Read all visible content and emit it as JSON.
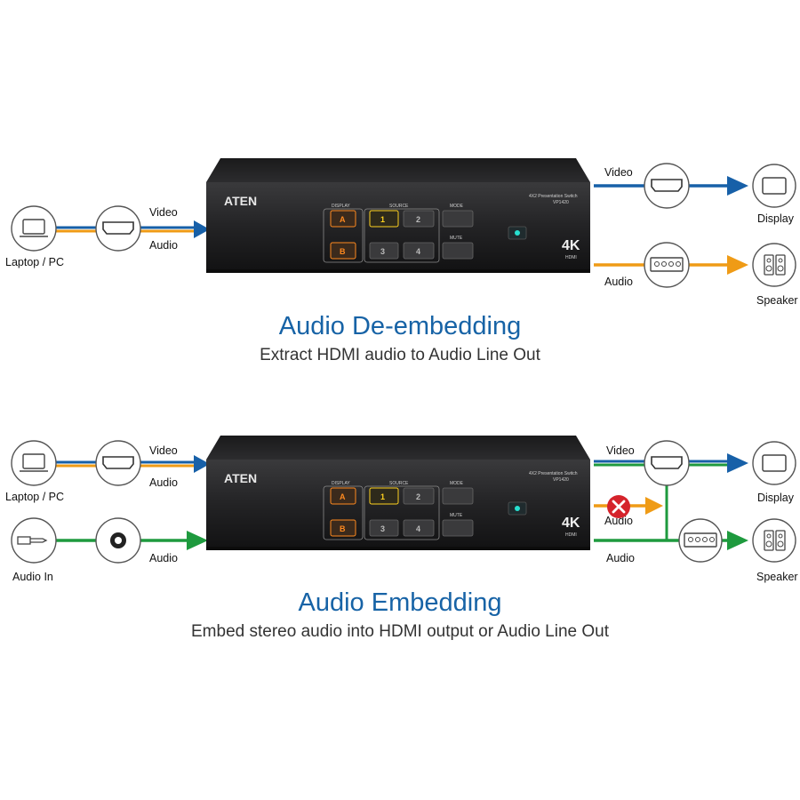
{
  "colors": {
    "video_line": "#1760a8",
    "audio_line": "#ef9b16",
    "embed_audio_line": "#1e9a3e",
    "title_blue": "#1763a6",
    "device_body": "#1c1c1e",
    "key_orange": "#ff8a1f",
    "key_yellow": "#ffd21f",
    "mute_x": "#d5232b"
  },
  "device": {
    "brand": "ATEN",
    "model_caption": "4X2 Presentation Switch",
    "model_number": "VP1420",
    "display_label": "DISPLAY",
    "source_label": "SOURCE",
    "mode_label": "MODE",
    "mute_label": "MUTE",
    "display_keys": [
      "A",
      "B"
    ],
    "source_keys": [
      "1",
      "2",
      "3",
      "4"
    ],
    "badge": "4K",
    "badge_sub": "HDMI"
  },
  "top": {
    "input_device": "Laptop / PC",
    "input_video": "Video",
    "input_audio": "Audio",
    "output_video": "Video",
    "output_audio": "Audio",
    "output_display": "Display",
    "output_speaker": "Speaker",
    "title": "Audio De-embedding",
    "subtitle": "Extract HDMI audio to Audio Line Out",
    "icons": [
      "laptop-icon",
      "hdmi-port-icon",
      "display-icon",
      "audio-terminal-icon",
      "speaker-icon"
    ]
  },
  "bottom": {
    "input_device": "Laptop / PC",
    "input_audio_device": "Audio In",
    "input_video": "Video",
    "input_audio": "Audio",
    "input_audio2": "Audio",
    "output_video": "Video",
    "output_audio_blocked": "Audio",
    "output_audio": "Audio",
    "output_display": "Display",
    "output_speaker": "Speaker",
    "title": "Audio Embedding",
    "subtitle": "Embed stereo audio into HDMI output or Audio Line Out",
    "icons": [
      "laptop-icon",
      "hdmi-port-icon",
      "audio-jack-icon",
      "audio-socket-icon",
      "display-icon",
      "audio-terminal-icon",
      "speaker-icon",
      "blocked-x-icon"
    ]
  }
}
